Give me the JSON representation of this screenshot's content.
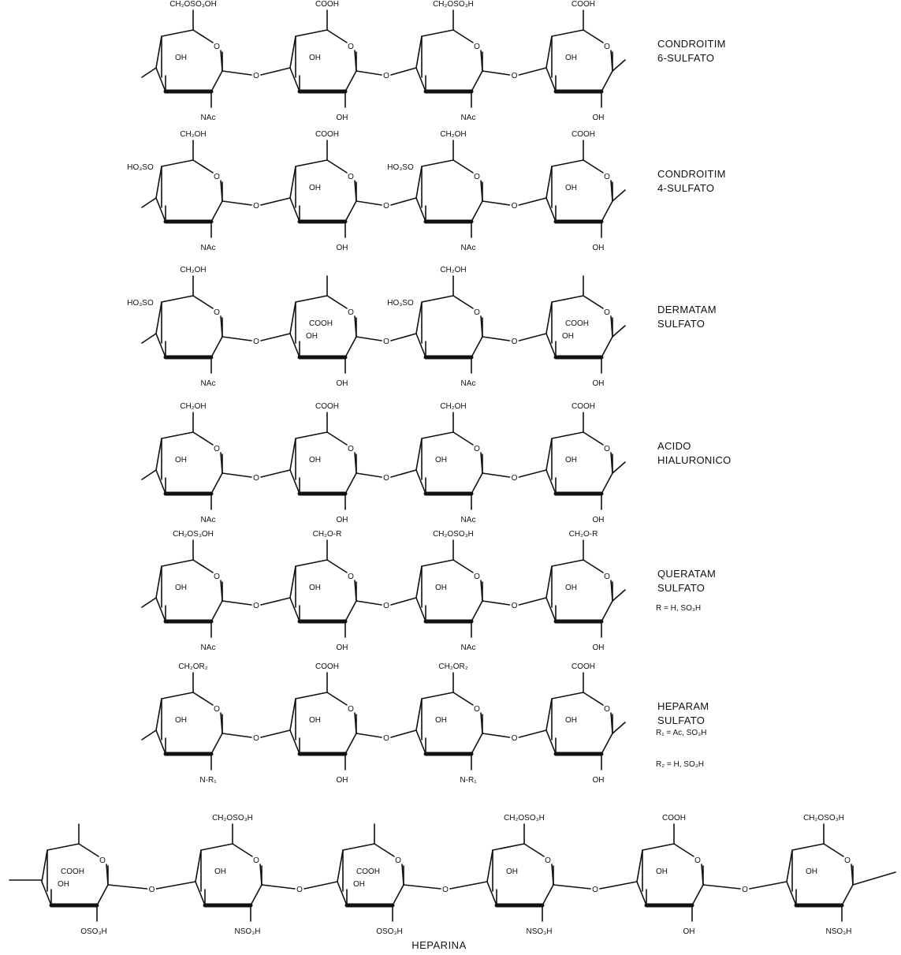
{
  "rows": [
    {
      "name_lines": [
        "CONDROITIM",
        "6-SULFATO"
      ],
      "units": [
        {
          "top": "CH₂OSO₃OH",
          "inner": "OH",
          "bottom": "NAc"
        },
        {
          "top": "COOH",
          "inner": "OH",
          "bottom": "OH"
        },
        {
          "top": "CH₂OSO₃H",
          "inner": "",
          "bottom": "NAc"
        },
        {
          "top": "COOH",
          "inner": "OH",
          "bottom": "OH"
        }
      ]
    },
    {
      "name_lines": [
        "CONDROITIM",
        "4-SULFATO"
      ],
      "units": [
        {
          "top": "CH₂OH",
          "side": "HO₃SO",
          "bottom": "NAc"
        },
        {
          "top": "COOH",
          "inner": "OH",
          "bottom": "OH"
        },
        {
          "top": "CH₂OH",
          "side": "HO₃SO",
          "bottom": "NAc"
        },
        {
          "top": "COOH",
          "inner": "OH",
          "bottom": "OH"
        }
      ]
    },
    {
      "name_lines": [
        "DERMATAM",
        "SULFATO"
      ],
      "units": [
        {
          "top": "CH₂OH",
          "side": "HO₃SO",
          "bottom": "NAc"
        },
        {
          "top": "",
          "inner": "COOH",
          "inner2": "OH",
          "bottom": "OH"
        },
        {
          "top": "CH₂OH",
          "side": "HO₃SO",
          "bottom": "NAc"
        },
        {
          "top": "",
          "inner": "COOH",
          "inner2": "OH",
          "bottom": "OH"
        }
      ]
    },
    {
      "name_lines": [
        "ACIDO",
        "HIALURONICO"
      ],
      "units": [
        {
          "top": "CH₂OH",
          "inner": "OH",
          "bottom": "NAc"
        },
        {
          "top": "COOH",
          "inner": "OH",
          "bottom": "OH"
        },
        {
          "top": "CH₂OH",
          "inner": "OH",
          "bottom": "NAc"
        },
        {
          "top": "COOH",
          "inner": "OH",
          "bottom": "OH"
        }
      ]
    },
    {
      "name_lines": [
        "QUERATAM",
        "SULFATO"
      ],
      "note_lines": [
        "R = H, SO₃H"
      ],
      "units": [
        {
          "top": "CH₂OS₃OH",
          "inner": "OH",
          "bottom": "NAc"
        },
        {
          "top": "CH₂O-R",
          "inner": "OH",
          "bottom": "OH"
        },
        {
          "top": "CH₂OSO₃H",
          "inner": "OH",
          "bottom": "NAc"
        },
        {
          "top": "CH₂O-R",
          "inner": "OH",
          "bottom": "OH"
        }
      ]
    },
    {
      "name_lines": [
        "HEPARAM",
        "SULFATO"
      ],
      "note_lines": [
        "R₁ = Ac, SO₃H",
        "R₂ = H, SO₃H"
      ],
      "units": [
        {
          "top": "CH₂OR₂",
          "inner": "OH",
          "bottom": "N-R₁"
        },
        {
          "top": "COOH",
          "inner": "OH",
          "bottom": "OH"
        },
        {
          "top": "CH₂OR₂",
          "inner": "OH",
          "bottom": "N-R₁"
        },
        {
          "top": "COOH",
          "inner": "OH",
          "bottom": "OH"
        }
      ]
    }
  ],
  "heparina": {
    "name": "HEPARINA",
    "units": [
      {
        "top": "",
        "inner": "COOH",
        "inner2": "OH",
        "bottom": "OSO₃H"
      },
      {
        "top": "CH₂OSO₃H",
        "inner": "OH",
        "bottom": "NSO₃H"
      },
      {
        "top": "",
        "inner": "COOH",
        "inner2": "OH",
        "bottom": "OSO₃H"
      },
      {
        "top": "CH₂OSO₃H",
        "inner": "OH",
        "bottom": "NSO₃H"
      },
      {
        "top": "COOH",
        "inner": "OH",
        "bottom": "OH"
      },
      {
        "top": "CH₂OSO₃H",
        "inner": "OH",
        "bottom": "NSO₃H"
      }
    ]
  },
  "linkage_atom": "O"
}
